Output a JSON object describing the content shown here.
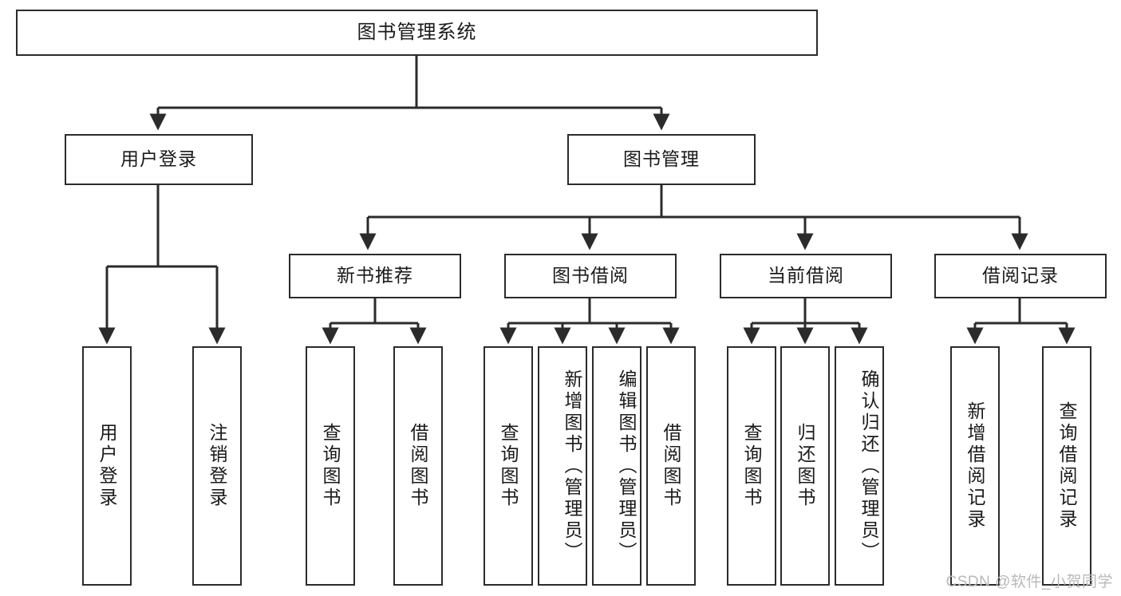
{
  "diagram": {
    "title": "图书管理系统",
    "type": "tree",
    "watermark": "CSDN @软件_小贺同学",
    "stroke_color": "#2b2b2b",
    "fill_color": "#ffffff",
    "text_color": "#1a1a1a",
    "watermark_color": "#b9b9b9"
  },
  "nodes": {
    "root": {
      "label": "图书管理系统"
    },
    "level2": [
      {
        "id": "user-login",
        "label": "用户登录"
      },
      {
        "id": "book-manage",
        "label": "图书管理"
      }
    ],
    "level3": [
      {
        "id": "new-book-recommend",
        "label": "新书推荐"
      },
      {
        "id": "book-borrow",
        "label": "图书借阅"
      },
      {
        "id": "current-borrow",
        "label": "当前借阅"
      },
      {
        "id": "borrow-record",
        "label": "借阅记录"
      }
    ],
    "leaves": {
      "user_login": [
        {
          "id": "leaf-user-login",
          "label": "用户登录"
        },
        {
          "id": "leaf-logout-login",
          "label": "注销登录"
        }
      ],
      "new_book_recommend": [
        {
          "id": "leaf-query-book-1",
          "label": "查询图书"
        },
        {
          "id": "leaf-borrow-book-1",
          "label": "借阅图书"
        }
      ],
      "book_borrow": [
        {
          "id": "leaf-query-book-2",
          "label": "查询图书"
        },
        {
          "id": "leaf-add-book",
          "label": "新增图书（管理员）"
        },
        {
          "id": "leaf-edit-book",
          "label": "编辑图书（管理员）"
        },
        {
          "id": "leaf-borrow-book-2",
          "label": "借阅图书"
        }
      ],
      "current_borrow": [
        {
          "id": "leaf-query-book-3",
          "label": "查询图书"
        },
        {
          "id": "leaf-return-book",
          "label": "归还图书"
        },
        {
          "id": "leaf-confirm-return",
          "label": "确认归还（管理员）"
        }
      ],
      "borrow_record": [
        {
          "id": "leaf-add-record",
          "label": "新增借阅记录"
        },
        {
          "id": "leaf-query-record",
          "label": "查询借阅记录"
        }
      ]
    }
  }
}
